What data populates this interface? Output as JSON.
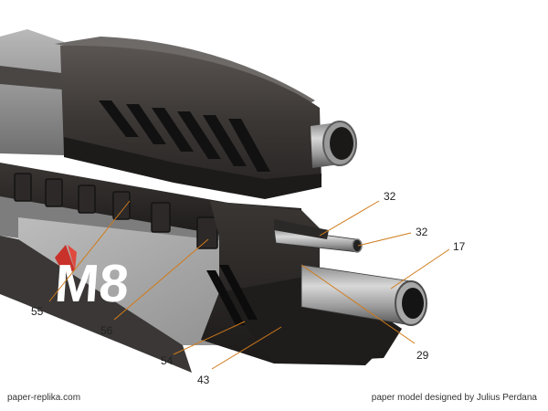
{
  "illustration": {
    "logo_text": "M8",
    "part_labels": [
      "32",
      "32",
      "17",
      "55",
      "56",
      "29",
      "54",
      "43"
    ]
  },
  "footer": {
    "left": "paper-replika.com",
    "right": "paper model designed by Julius Perdana"
  },
  "colors": {
    "leader_line": "#d07a1a",
    "logo_red": "#c8322a",
    "body_dark": "#2a2726",
    "body_grey": "#8a8a8a"
  }
}
